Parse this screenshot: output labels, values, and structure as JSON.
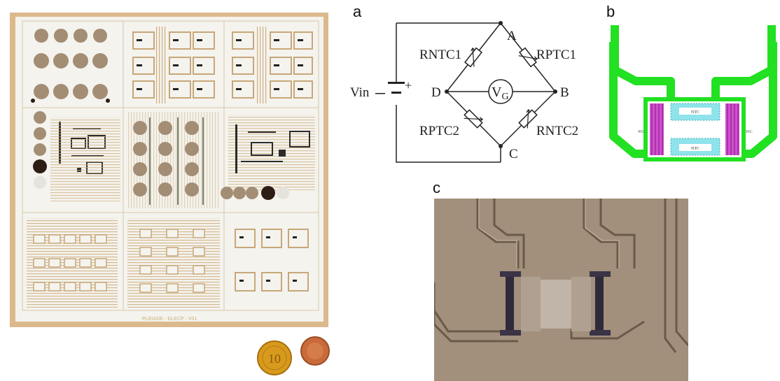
{
  "panels": {
    "a": {
      "letter": "a"
    },
    "b": {
      "letter": "b"
    },
    "c": {
      "letter": "c"
    }
  },
  "circuit": {
    "source_label": "Vin",
    "plus_sign": "+",
    "nodes": {
      "A": "A",
      "B": "B",
      "C": "C",
      "D": "D"
    },
    "resistors": {
      "top_left": "RNTC1",
      "top_right": "RPTC1",
      "bottom_left": "RPTC2",
      "bottom_right": "RNTC2"
    },
    "meter": {
      "main": "V",
      "sub": "G"
    }
  },
  "layout_b": {
    "labels": {
      "ntc_top": "NTC",
      "ntc_bottom": "NTC",
      "ptc_left": "PTC",
      "ptc_right": "PTC"
    },
    "colors": {
      "trace": "#22e022",
      "ptc": "#d24fd0",
      "ntc": "#8fe3ea"
    }
  },
  "wafer": {
    "footer_text": "PLEIADE - ELECP - V01",
    "colors": {
      "substrate": "#f4f3ee",
      "copper": "#c8a778",
      "pad": "#9f8a72",
      "border": "#dcb98c"
    }
  },
  "coins": {
    "left_label": "10",
    "colors": {
      "left": "#d89a1c",
      "right": "#c96a3a"
    }
  }
}
